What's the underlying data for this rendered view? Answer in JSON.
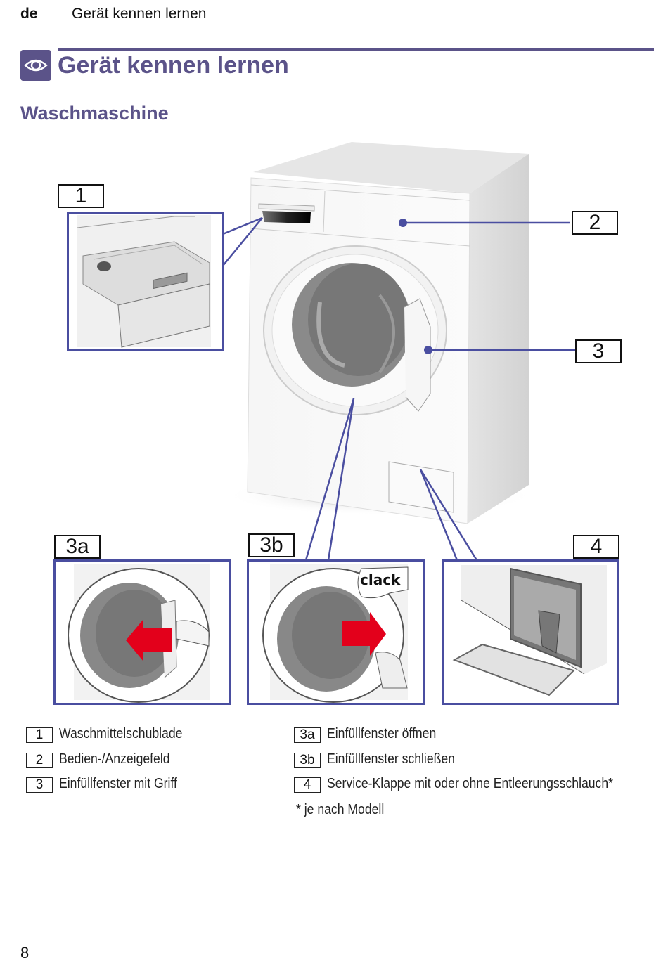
{
  "header": {
    "language": "de",
    "running_title": "Gerät kennen lernen"
  },
  "section": {
    "icon": "eye-icon",
    "title": "Gerät kennen lernen",
    "subtitle": "Waschmaschine"
  },
  "figure": {
    "callouts": {
      "c1": "1",
      "c2": "2",
      "c3": "3",
      "c3a": "3a",
      "c3b": "3b",
      "c4": "4"
    },
    "sound_label": "clack",
    "colors": {
      "accent": "#5b5389",
      "leader": "#4a4ea0",
      "arrow": "#e3001b"
    }
  },
  "legend": {
    "left": [
      {
        "num": "1",
        "text": "Waschmittelschublade"
      },
      {
        "num": "2",
        "text": "Bedien-/Anzeigefeld"
      },
      {
        "num": "3",
        "text": "Einfüllfenster mit Griff"
      }
    ],
    "right": [
      {
        "num": "3a",
        "text": "Einfüllfenster öffnen"
      },
      {
        "num": "3b",
        "text": "Einfüllfenster schließen"
      },
      {
        "num": "4",
        "text": "Service-Klappe mit oder ohne Entleerungsschlauch*"
      }
    ],
    "footnote": "* je nach Modell"
  },
  "footer": {
    "page_number": "8"
  }
}
